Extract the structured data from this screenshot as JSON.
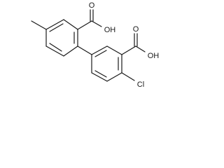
{
  "molecule": {
    "labels": {
      "oh_top": "OH",
      "o_top": "O",
      "oh_right": "OH",
      "o_right": "O",
      "cl": "Cl"
    },
    "colors": {
      "ink": "#1a1a1a",
      "background": "#ffffff"
    }
  }
}
